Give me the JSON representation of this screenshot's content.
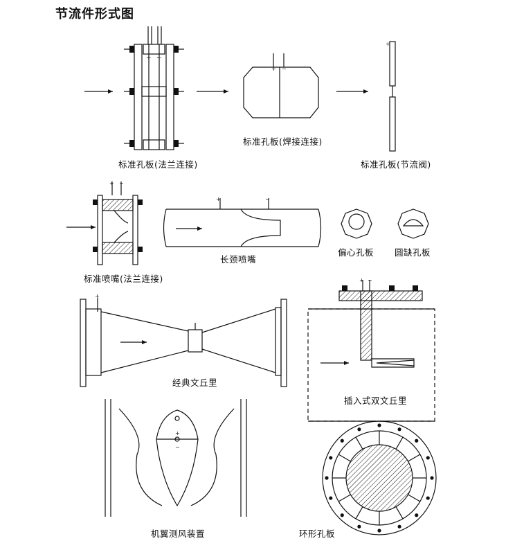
{
  "title": "节流件形式图",
  "labels": {
    "orifice_flange": "标准孔板(法兰连接)",
    "orifice_weld": "标准孔板(焊接连接)",
    "orifice_valve": "标准孔板(节流阀)",
    "nozzle_flange": "标准喷嘴(法兰连接)",
    "long_nozzle": "长颈喷嘴",
    "eccentric_orifice": "偏心孔板",
    "segmental_orifice": "圆缺孔板",
    "classic_venturi": "经典文丘里",
    "insert_double_venturi": "插入式双文丘里",
    "airfoil_device": "机翼测风装置",
    "annular_orifice": "环形孔板"
  },
  "signs": {
    "plus": "+",
    "minus": "−"
  }
}
